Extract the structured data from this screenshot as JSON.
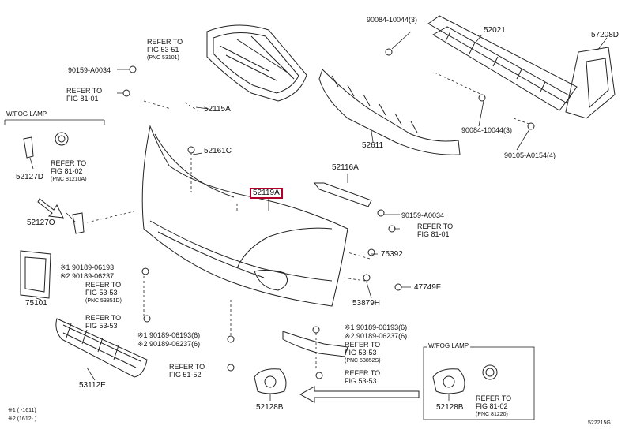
{
  "parts": {
    "p52119A": "52119A",
    "p52021": "52021",
    "p57208D": "57208D",
    "p52611": "52611",
    "p52115A": "52115A",
    "p52161C": "52161C",
    "p52116A": "52116A",
    "p52127D": "52127D",
    "p52127O": "52127O",
    "p75101": "75101",
    "p53112E": "53112E",
    "p52128B_a": "52128B",
    "p52128B_b": "52128B",
    "p53879H": "53879H",
    "p75392": "75392",
    "p47749F": "47749F",
    "b90084_top": "90084-10044(3)",
    "b90084_mid": "90084-10044(3)",
    "b90105": "90105-A0154(4)",
    "b90159_a": "90159-A0034",
    "b90159_b": "90159-A0034",
    "b_mark1": "※1  90189-06193",
    "b_mark2": "※2  90189-06237",
    "b_mark3": "※1  90189-06193(6)",
    "b_mark4": "※2  90189-06237(6)",
    "b_mark5": "※1  90189-06193(6)",
    "b_mark6": "※2  90189-06237(6)"
  },
  "refs": {
    "r_grille_1": "REFER TO",
    "r_grille_2": "FIG 53-51",
    "r_grille_3": "(PNC 53101)",
    "r_81a_1": "REFER TO",
    "r_81a_2": "FIG 81-01",
    "r_fog_1": "REFER TO",
    "r_fog_2": "FIG 81-02",
    "r_fog_3": "(PNC 81210A)",
    "r_right81_1": "REFER TO",
    "r_right81_2": "FIG 81-01",
    "r_5353a_1": "REFER TO",
    "r_5353a_2": "FIG 53-53",
    "r_5353a_3": "(PNC 53851D)",
    "r_5353b_1": "REFER TO",
    "r_5353b_2": "FIG 53-53",
    "r_5152_1": "REFER TO",
    "r_5152_2": "FIG 51-52",
    "r_5353c_1": "REFER TO",
    "r_5353c_2": "FIG 53-53",
    "r_5353c_3": "(PNC 53852S)",
    "r_5353d_1": "REFER TO",
    "r_5353d_2": "FIG 53-53",
    "r_fogr_1": "REFER TO",
    "r_fogr_2": "FIG 81-02",
    "r_fogr_3": "(PNC 81220)"
  },
  "headers": {
    "wfog_left": "W/FOG LAMP",
    "wfog_right": "W/FOG LAMP"
  },
  "footnotes": {
    "n1": "※1 (      -1611)",
    "n2": "※2 (1612-      )"
  },
  "drawing_id": "522215G",
  "highlight_color": "#b0002a"
}
